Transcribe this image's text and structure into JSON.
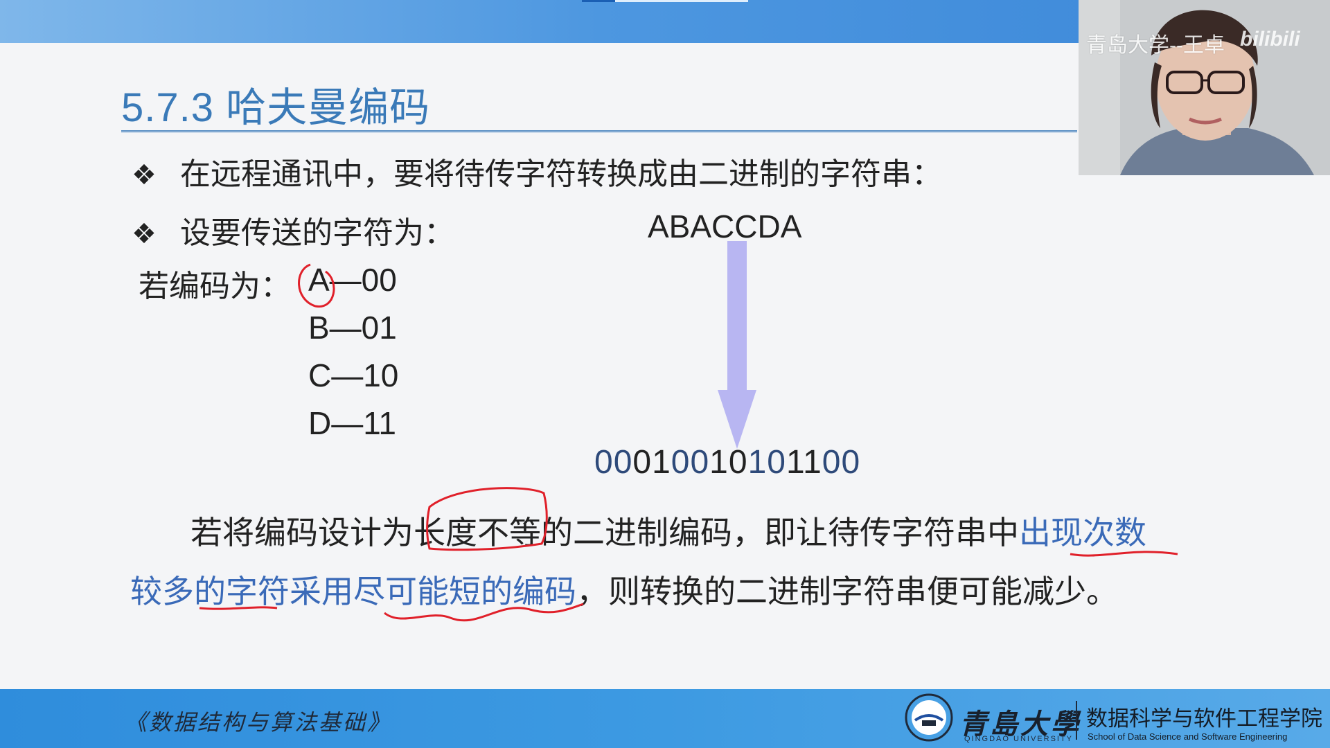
{
  "slide": {
    "title": "5.7.3 哈夫曼编码",
    "bullets": [
      {
        "glyph": "❖",
        "text": "在远程通讯中，要将待传字符转换成由二进制的字符串："
      },
      {
        "glyph": "❖",
        "text": "设要传送的字符为："
      }
    ],
    "message": "ABACCDA",
    "encoding_label": "若编码为：",
    "codes": [
      "A—00",
      "B—01",
      "C—10",
      "D—11"
    ],
    "binary_segments": [
      {
        "text": "00",
        "highlight": true
      },
      {
        "text": "01",
        "highlight": false
      },
      {
        "text": "00",
        "highlight": true
      },
      {
        "text": "10",
        "highlight": false
      },
      {
        "text": "10",
        "highlight": true
      },
      {
        "text": "11",
        "highlight": false
      },
      {
        "text": "00",
        "highlight": true
      }
    ],
    "paragraph": {
      "line1_a": "若将编码设计为长度不等的二进制编码，即让待传字符串中",
      "line1_b": "出现次数",
      "line2_a": "较多的字符采用尽可能短的编码",
      "line2_b": "，则转换的二进制字符串便可能减少。"
    }
  },
  "footer": {
    "book_title": "《数据结构与算法基础》",
    "university": "青島大學",
    "university_en": "QINGDAO UNIVERSITY",
    "school": "数据科学与软件工程学院",
    "school_en": "School of Data Science and Software Engineering"
  },
  "overlay": {
    "watermark": "青岛大学--王卓",
    "platform": "bilibili"
  },
  "colors": {
    "title": "#3a7ab8",
    "highlight_text": "#3a6ab8",
    "annotation": "#e0202a",
    "arrow": "#b8b6f2",
    "band": "#3b8fdc"
  }
}
